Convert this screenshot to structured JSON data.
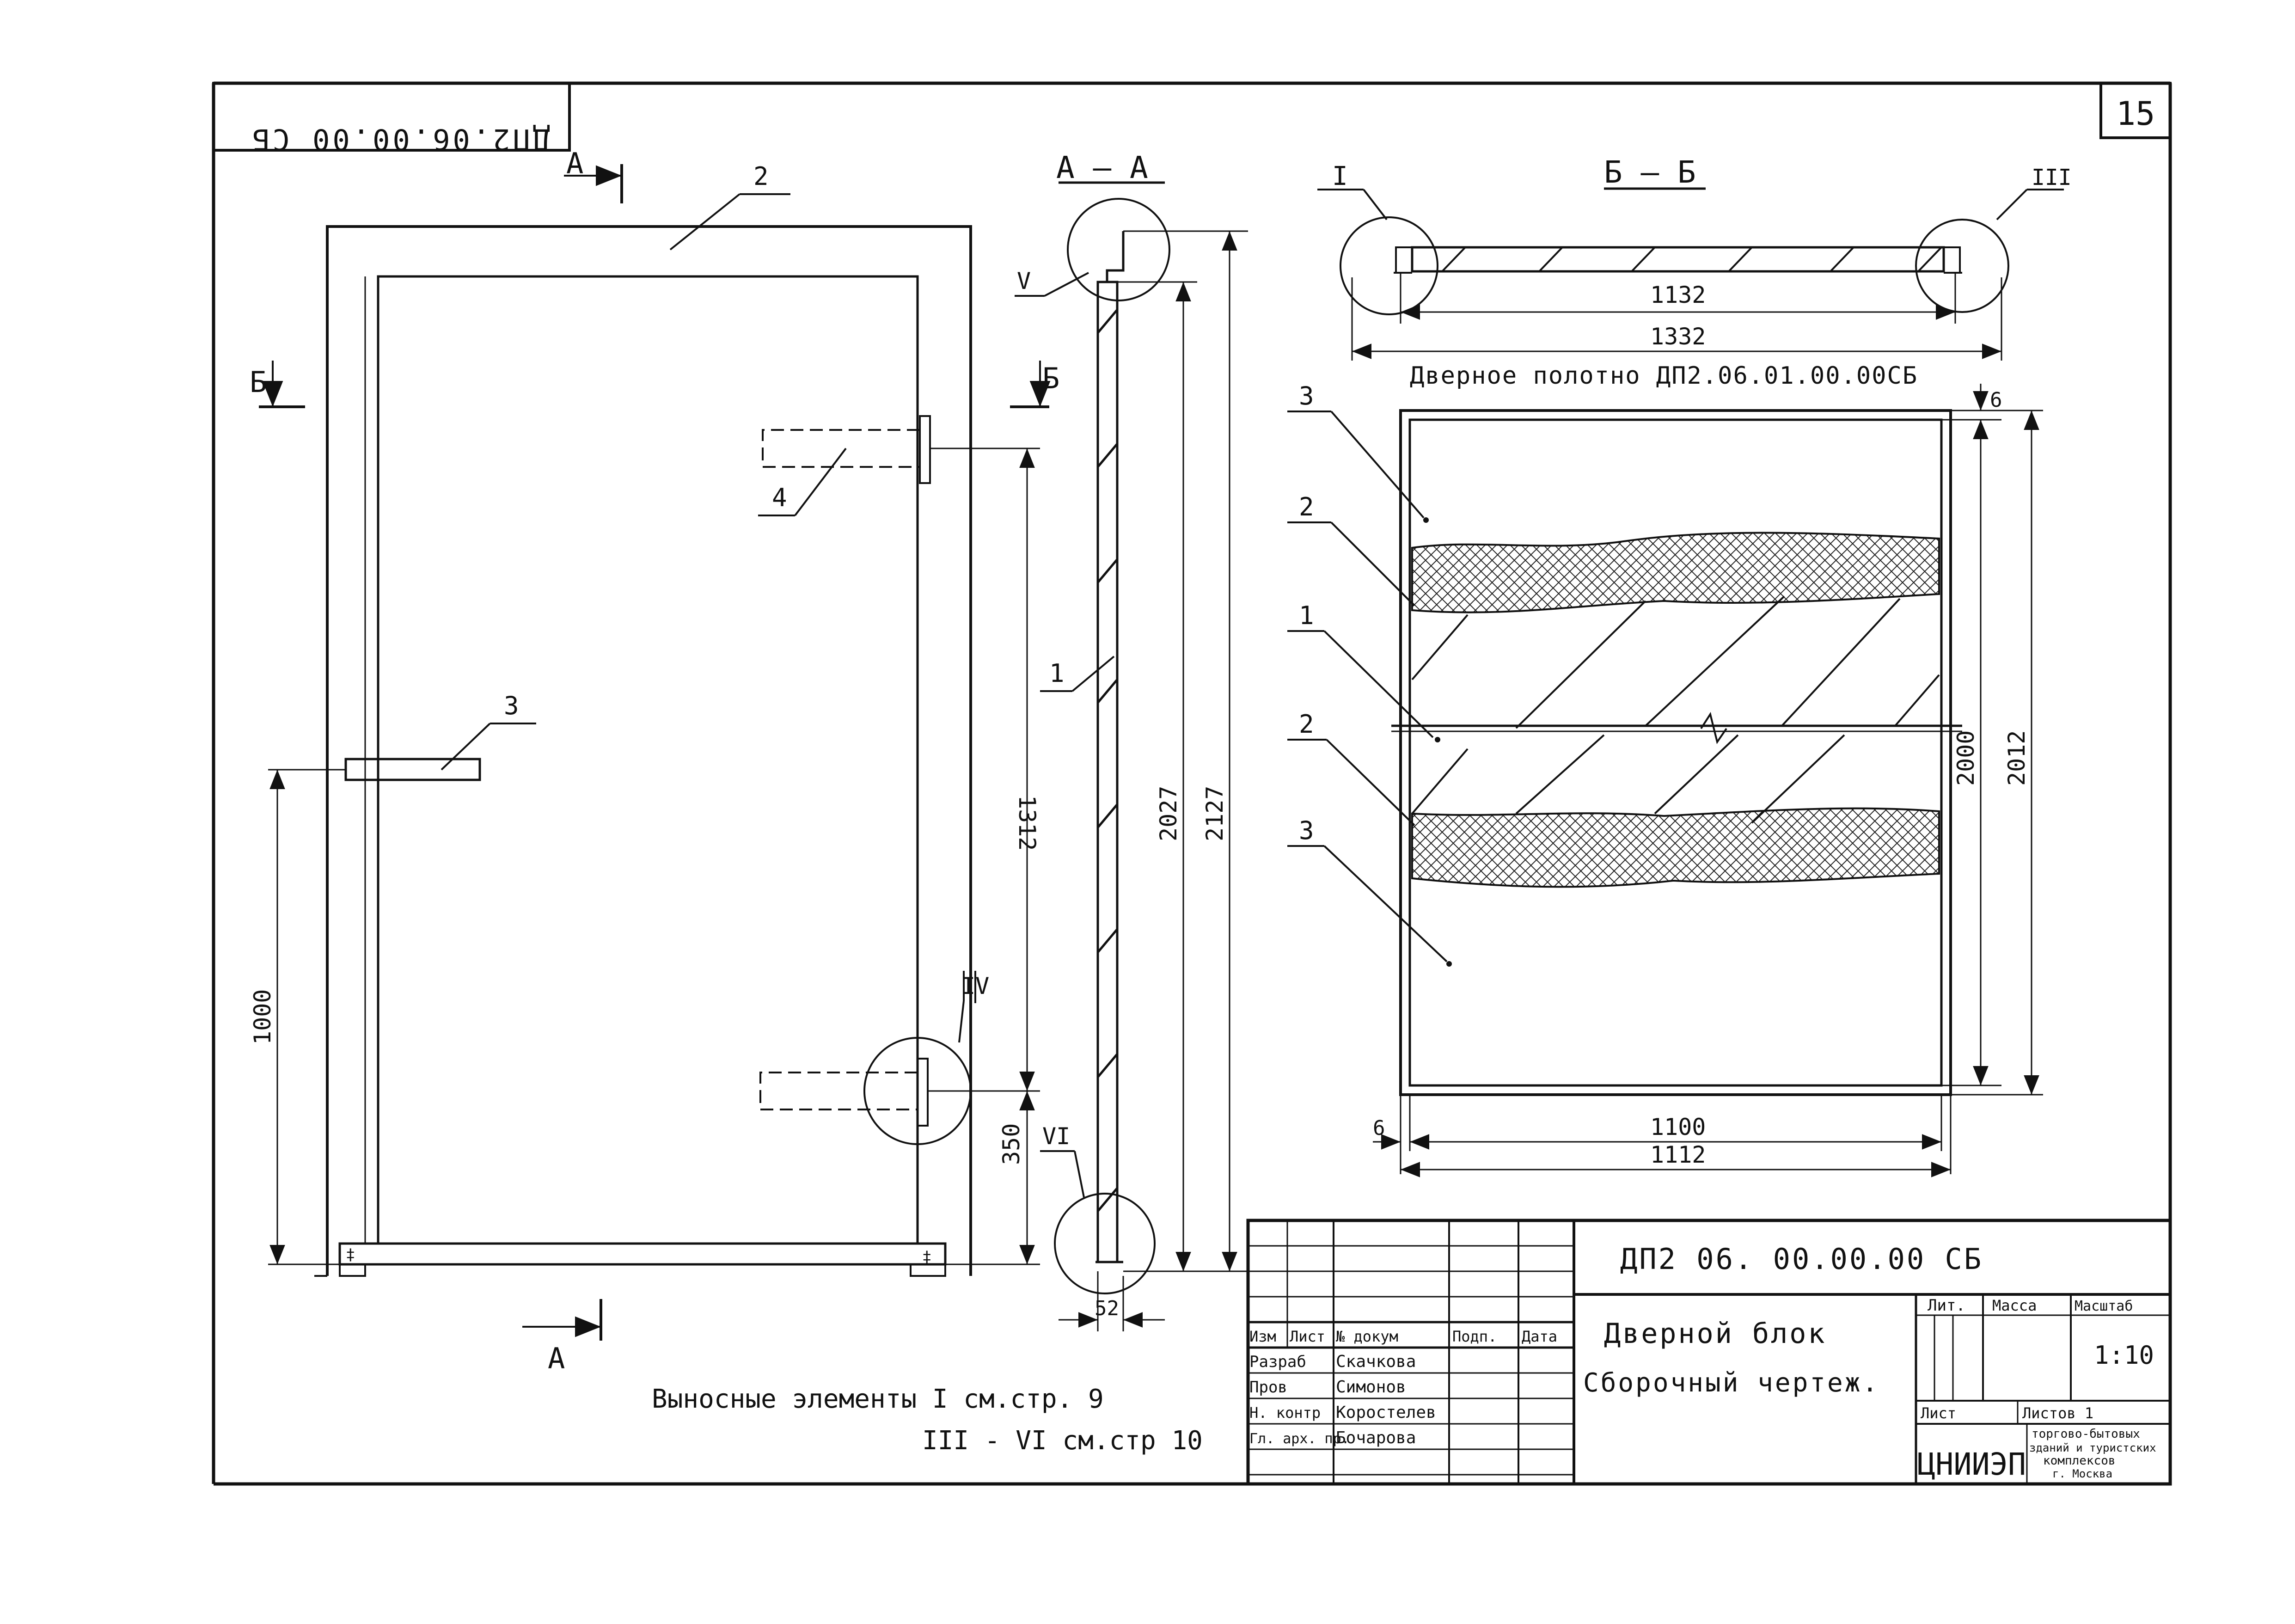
{
  "sheet": {
    "number": "15",
    "code_rotated": "ДП2.06.00.00 СБ"
  },
  "views": {
    "front": {
      "cut_a": "А",
      "cut_b": "Б",
      "pos_2": "2",
      "pos_3": "3",
      "pos_4": "4",
      "dim_1000": "1000",
      "dim_1312": "1312",
      "dim_350": "350",
      "callout_iv": "IV"
    },
    "section_aa": {
      "title": "А — А",
      "pos_1": "1",
      "callout_v": "V",
      "callout_vi": "VI",
      "dim_2027": "2027",
      "dim_2127": "2127",
      "dim_52": "52"
    },
    "section_bb": {
      "title": "Б — Б",
      "callout_i": "I",
      "callout_iii": "III",
      "dim_1132": "1132",
      "dim_1332": "1332"
    },
    "leaf": {
      "caption": "Дверное   полотно   ДП2.06.01.00.00СБ",
      "pos_3a": "3",
      "pos_2a": "2",
      "pos_1": "1",
      "pos_2b": "2",
      "pos_3b": "3",
      "dim_6_top": "6",
      "dim_6_left": "6",
      "dim_2000": "2000",
      "dim_2012": "2012",
      "dim_1100": "1100",
      "dim_1112": "1112"
    }
  },
  "notes": {
    "line1": "Выносные элементы  I  см.стр. 9",
    "line2": "III - VI  см.стр 10"
  },
  "title_block": {
    "designation": "ДП2 06. 00.00.00 СБ",
    "name_line1": "Дверной  блок",
    "name_line2": "Сборочный  чертеж.",
    "headers": [
      "Изм",
      "Лист",
      "№ докум",
      "Подп.",
      "Дата"
    ],
    "roles": [
      {
        "role": "Разраб",
        "name": "Скачкова"
      },
      {
        "role": "Пров",
        "name": "Симонов"
      },
      {
        "role": "Н. контр",
        "name": "Коростелев"
      },
      {
        "role": "Гл. арх. пр.",
        "name": "Бочарова"
      }
    ],
    "lit": "Лит.",
    "mass": "Масса",
    "scale_label": "Масштаб",
    "scale": "1:10",
    "sheet_label": "Лист",
    "sheets_label": "Листов 1",
    "org_logo": "ЦНИИЭП",
    "org_line1": "торгово-бытовых",
    "org_line2": "зданий и туристских",
    "org_line3": "комплексов",
    "org_line4": "г. Москва"
  }
}
